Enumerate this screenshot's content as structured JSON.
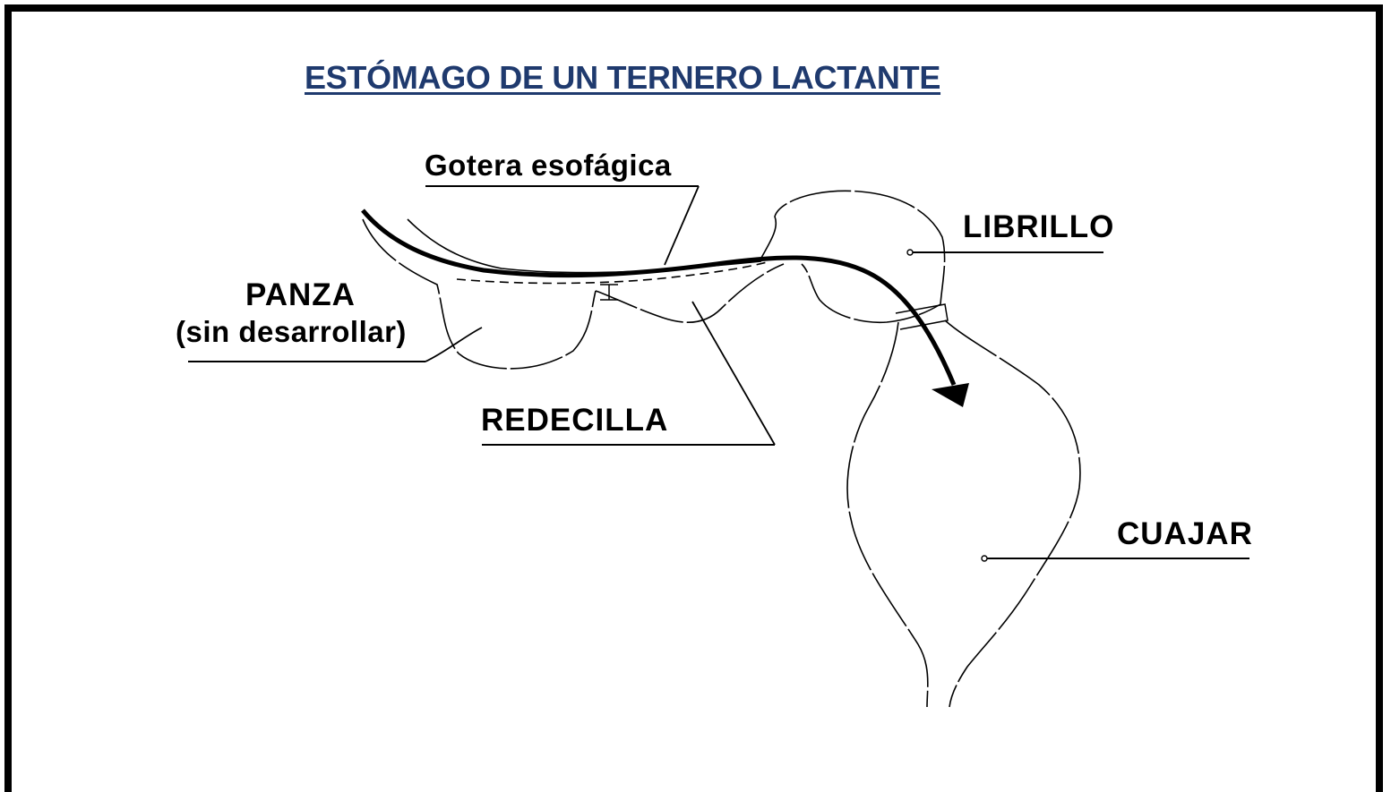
{
  "title": "ESTÓMAGO DE UN TERNERO LACTANTE",
  "labels": {
    "gotera": "Gotera esofágica",
    "librillo": "LIBRILLO",
    "panza_line1": "PANZA",
    "panza_line2": "(sin desarrollar)",
    "redecilla": "REDECILLA",
    "cuajar": "CUAJAR"
  },
  "colors": {
    "title": "#1f3a6e",
    "line": "#000000"
  }
}
